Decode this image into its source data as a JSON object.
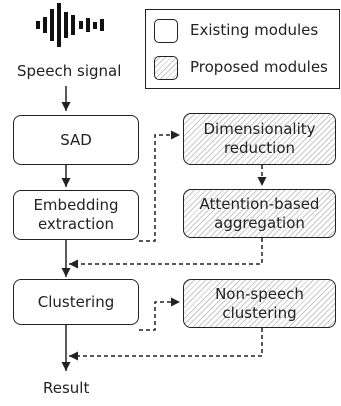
{
  "diagram": {
    "input_label": "Speech signal",
    "output_label": "Result",
    "legend": {
      "existing_label": "Existing modules",
      "proposed_label": "Proposed modules"
    },
    "modules": {
      "sad": "SAD",
      "embedding_line1": "Embedding",
      "embedding_line2": "extraction",
      "clustering": "Clustering",
      "dimred_line1": "Dimensionality",
      "dimred_line2": "reduction",
      "attention_line1": "Attention-based",
      "attention_line2": "aggregation",
      "nonspeech_line1": "Non-speech",
      "nonspeech_line2": "clustering"
    },
    "icons": [
      "waveform-icon"
    ]
  }
}
